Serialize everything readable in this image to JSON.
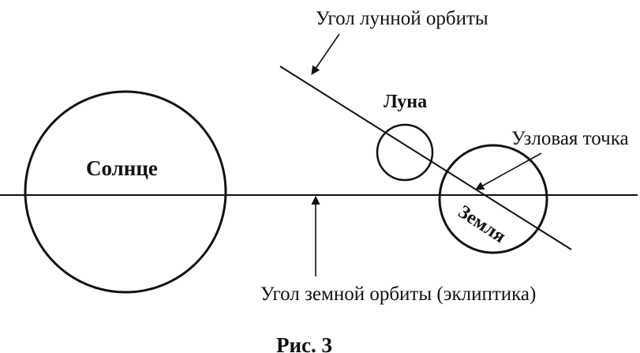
{
  "labels": {
    "moon_orbit": "Угол лунной орбиты",
    "moon": "Луна",
    "nodal_point": "Узловая точка",
    "sun": "Солнце",
    "earth": "Земля",
    "earth_orbit": "Угол земной орбиты (эклиптика)",
    "figure_caption": "Рис. 3"
  },
  "colors": {
    "ink": "#111111",
    "background": "#ffffff"
  }
}
